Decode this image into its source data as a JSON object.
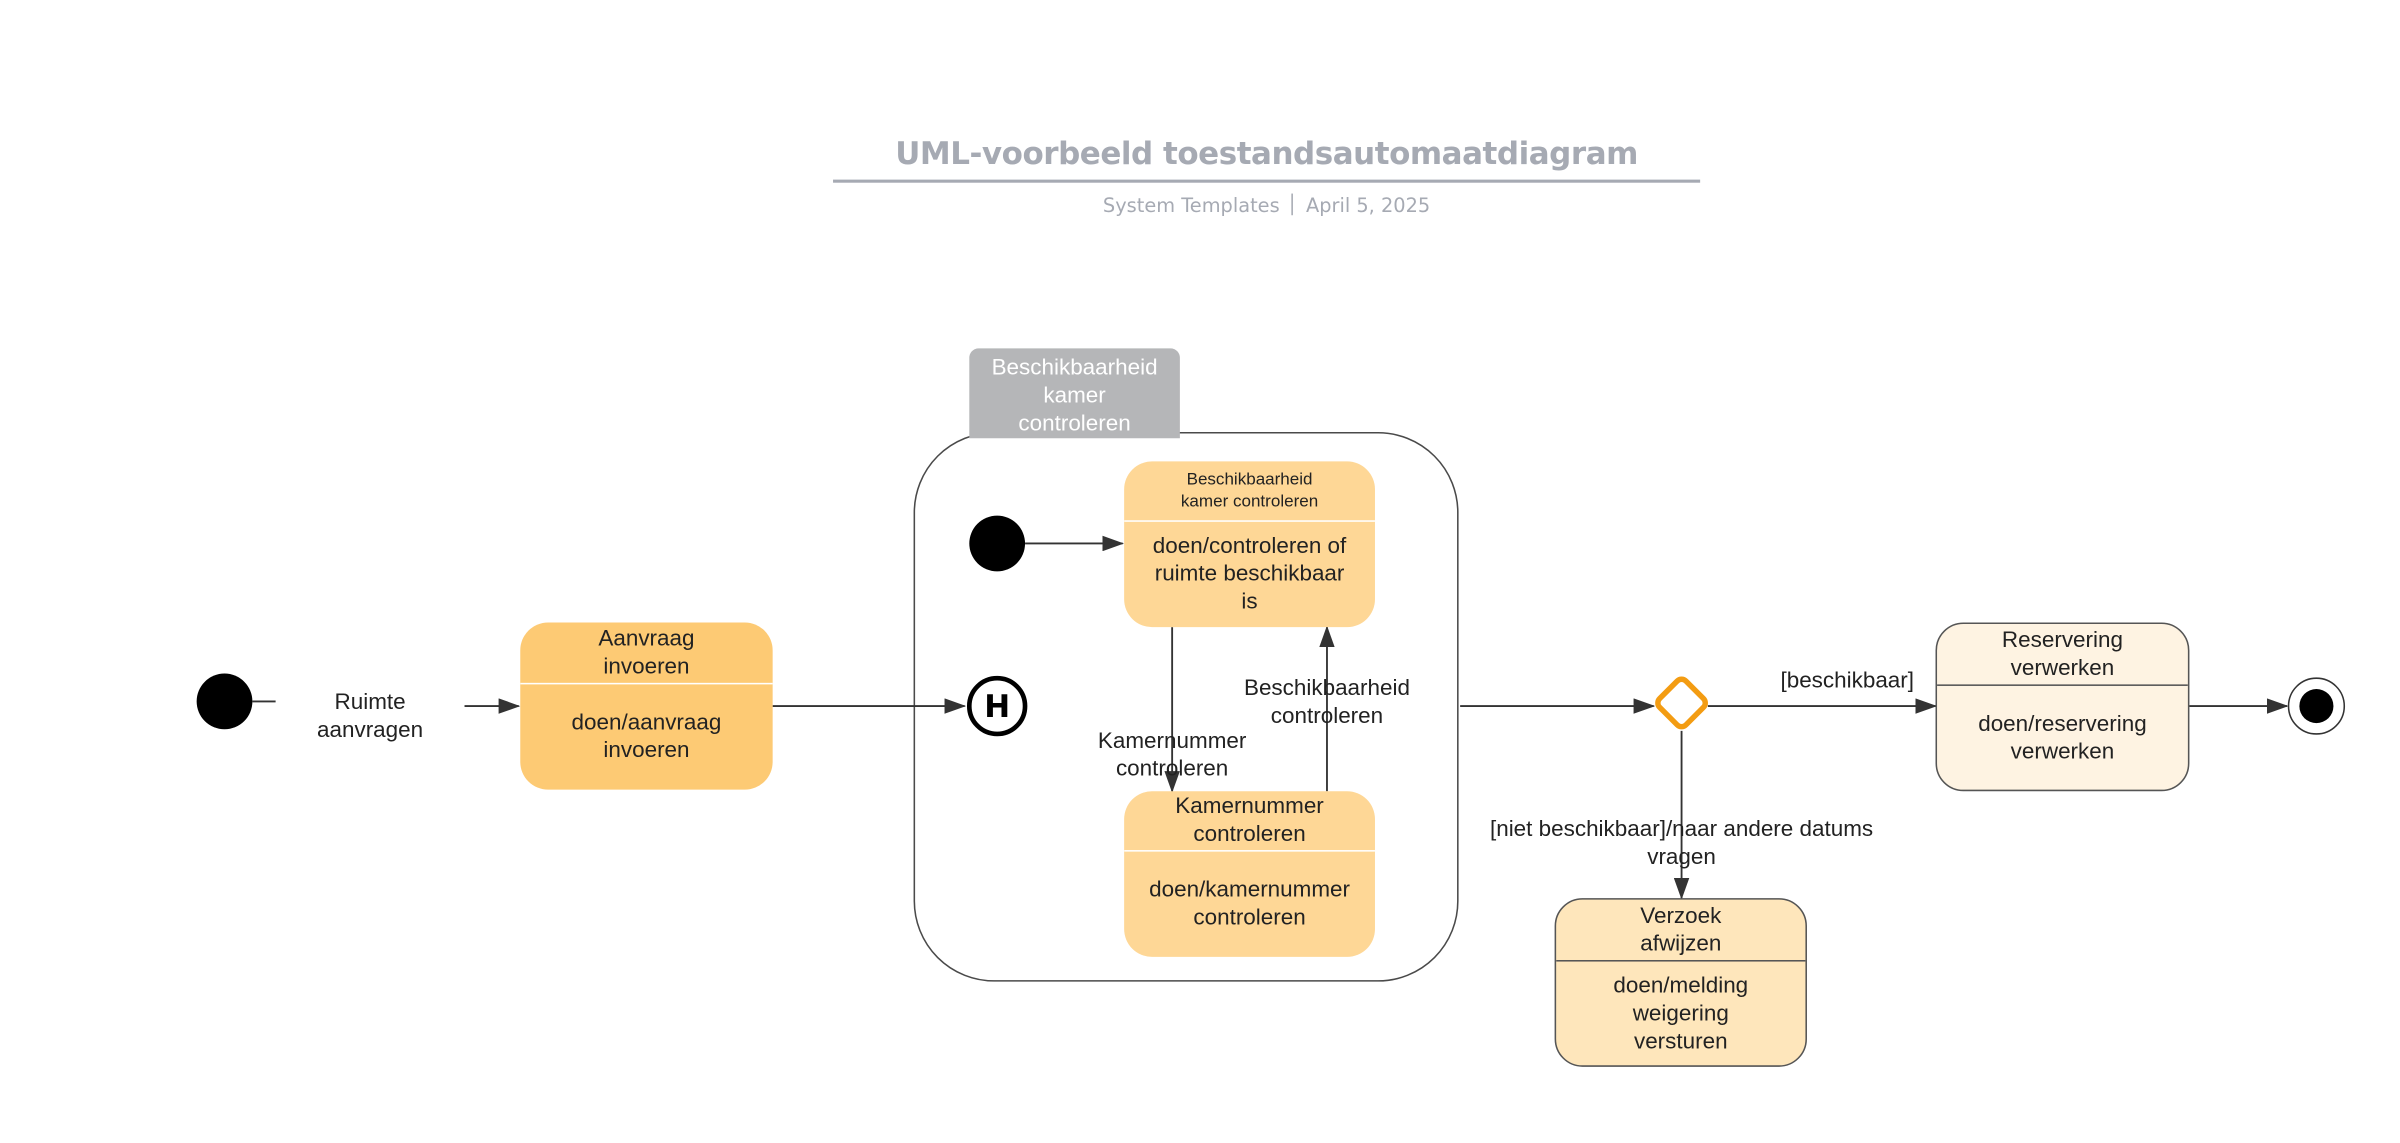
{
  "header": {
    "title": "UML-voorbeeld toestandsautomaatdiagram",
    "source": "System Templates",
    "date": "April 5, 2025"
  },
  "composite": {
    "title": "Beschikbaarheid kamer controleren"
  },
  "states": {
    "aanvraag": {
      "name": "Aanvraag invoeren",
      "activity": "doen/aanvraag invoeren"
    },
    "beschikbaarheid": {
      "name": "Beschikbaarheid kamer controleren",
      "activity": "doen/controleren of ruimte beschikbaar is"
    },
    "kamernummer": {
      "name": "Kamernummer controleren",
      "activity": "doen/kamernummer controleren"
    },
    "reservering": {
      "name": "Reservering verwerken",
      "activity": "doen/reservering verwerken"
    },
    "verzoek": {
      "name": "Verzoek afwijzen",
      "activity": "doen/melding weigering versturen"
    }
  },
  "history_symbol": "H",
  "transitions": {
    "ruimte_aanvragen": "Ruimte aanvragen",
    "kamernummer_controleren": "Kamernummer controleren",
    "beschikbaarheid_controleren": "Beschikbaarheid controleren",
    "beschikbaar": "[beschikbaar]",
    "niet_beschikbaar": "[niet beschikbaar]/naar andere datums vragen"
  },
  "colors": {
    "primary_state": "#fdca74",
    "sub_state": "#fed796",
    "decision_stroke": "#f39c12",
    "header_gray": "#a6aab3",
    "composite_tab": "#b5b6b8"
  }
}
